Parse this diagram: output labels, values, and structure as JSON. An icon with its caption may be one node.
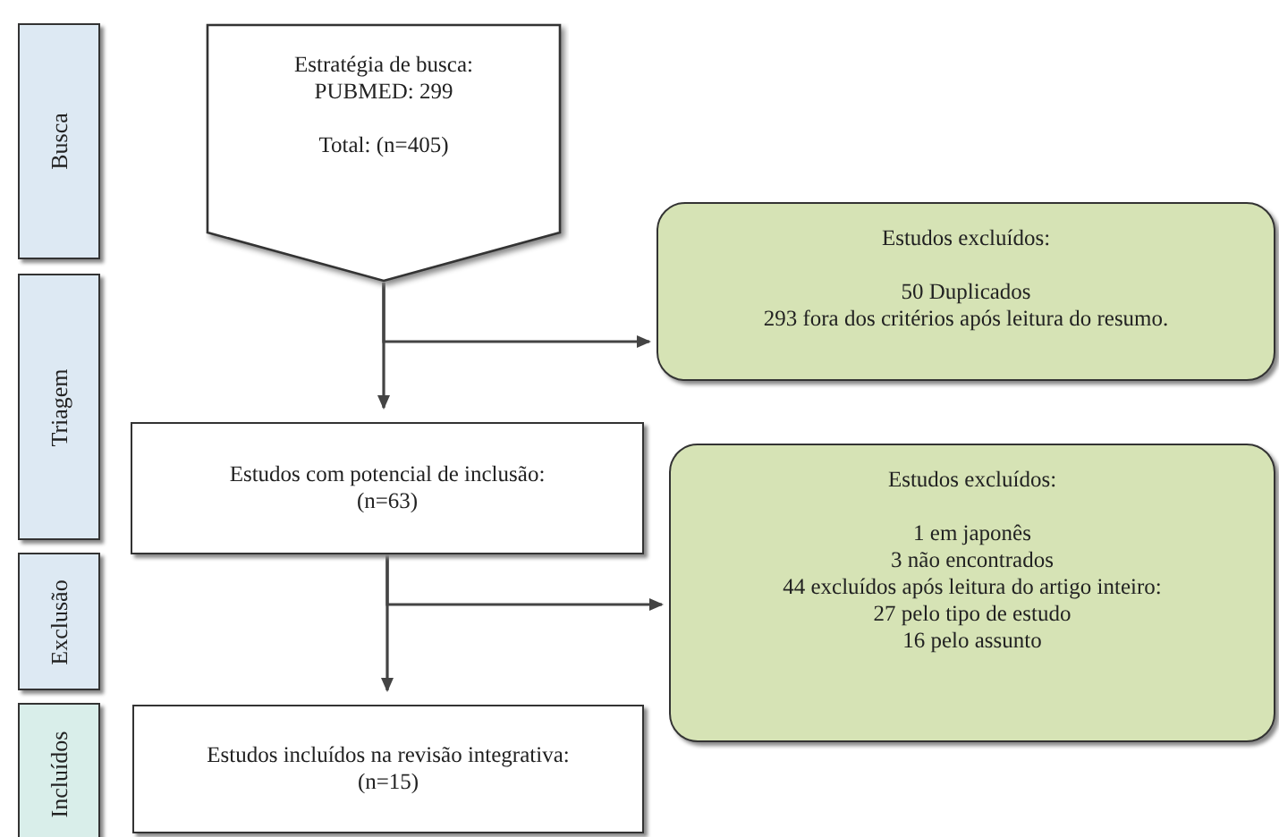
{
  "diagram": {
    "nodes": [
      {
        "text": [
          "Busca"
        ]
      },
      {
        "text": [
          "Triagem"
        ]
      },
      {
        "text": [
          "Exclusão"
        ]
      },
      {
        "text": [
          "Incluídos"
        ]
      },
      {
        "text": [
          "Estratégia de busca:",
          "PUBMED: 299",
          "Total: (n=405)"
        ]
      },
      {
        "text": [
          "Estudos excluídos:",
          "50 Duplicados",
          "293 fora dos critérios após leitura do resumo."
        ]
      },
      {
        "text": [
          "Estudos com potencial de inclusão:",
          "(n=63)"
        ]
      },
      {
        "text": [
          "Estudos excluídos:",
          "1 em japonês",
          "3 não encontrados",
          "44 excluídos após leitura do artigo inteiro:",
          "27 pelo tipo de estudo",
          "16 pelo assunto"
        ]
      },
      {
        "text": [
          "Estudos incluídos na revisão integrativa:",
          "(n=15)"
        ]
      }
    ],
    "edges": [
      {
        "from": 4,
        "to": 6,
        "arrow": "to"
      },
      {
        "from": 4,
        "to": 5,
        "arrow": "to"
      },
      {
        "from": 6,
        "to": 8,
        "arrow": "to"
      },
      {
        "from": 6,
        "to": 7,
        "arrow": "to"
      }
    ]
  }
}
